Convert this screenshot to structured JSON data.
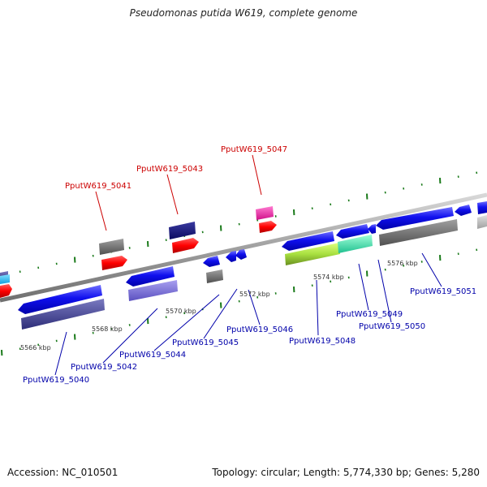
{
  "title": "Pseudomonas putida W619, complete genome",
  "footer": {
    "accession": "Accession: NC_010501",
    "summary": "Topology: circular; Length: 5,774,330 bp; Genes: 5,280"
  },
  "colors": {
    "label_red": "#cc0000",
    "label_blue": "#0000aa",
    "backbone": "#a8a8a8",
    "tick": "#1a7a1a"
  },
  "scale_labels": [
    "5566 kbp",
    "5568 kbp",
    "5570 kbp",
    "5572 kbp",
    "5574 kbp",
    "5576 kbp"
  ],
  "gene_labels": [
    "PputW619_5040",
    "PputW619_5041",
    "PputW619_5042",
    "PputW619_5043",
    "PputW619_5044",
    "PputW619_5045",
    "PputW619_5046",
    "PputW619_5047",
    "PputW619_5048",
    "PputW619_5049",
    "PputW619_5050",
    "PputW619_5051"
  ]
}
